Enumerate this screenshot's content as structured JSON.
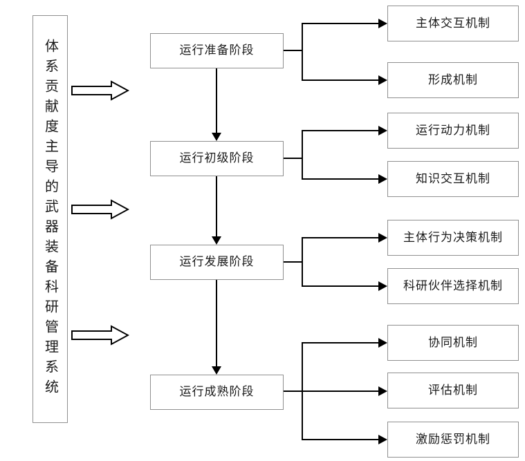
{
  "diagram": {
    "left_box": {
      "label": "体系贡献度主导的武器装备科研管理系统"
    },
    "stages": [
      {
        "label": "运行准备阶段",
        "mechanisms": [
          "主体交互机制",
          "形成机制"
        ]
      },
      {
        "label": "运行初级阶段",
        "mechanisms": [
          "运行动力机制",
          "知识交互机制"
        ]
      },
      {
        "label": "运行发展阶段",
        "mechanisms": [
          "主体行为决策机制",
          "科研伙伴选择机制"
        ]
      },
      {
        "label": "运行成熟阶段",
        "mechanisms": [
          "协同机制",
          "评估机制",
          "激励惩罚机制"
        ]
      }
    ],
    "colors": {
      "background": "#ffffff",
      "box_border": "#8f8f8f",
      "line": "#000000",
      "text": "#1a1a1a"
    }
  }
}
